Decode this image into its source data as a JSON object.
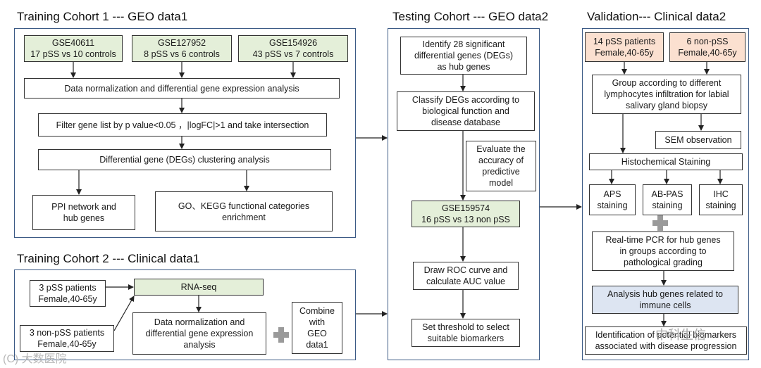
{
  "training1": {
    "title": "Training Cohort 1 --- GEO data1",
    "gse1": "GSE40611\n17 pSS vs 10 controls",
    "gse2": "GSE127952\n8 pSS vs 6 controls",
    "gse3": "GSE154926\n43 pSS vs 7 controls",
    "normalization": "Data normalization and differential gene expression analysis",
    "filter": "Filter gene list by p value<0.05 ，|logFC|>1 and take intersection",
    "clustering": "Differential gene (DEGs) clustering analysis",
    "ppi": "PPI network and\nhub genes",
    "go_kegg": "GO、KEGG functional categories\nenrichment"
  },
  "training2": {
    "title": "Training Cohort 2 --- Clinical data1",
    "pss3": "3 pSS patients\nFemale,40-65y",
    "nonpss3": "3 non-pSS patients\nFemale,40-65y",
    "rnaseq": "RNA-seq",
    "normalization": "Data normalization and\ndifferential gene expression\nanalysis",
    "combine": "Combine\nwith\nGEO\ndata1"
  },
  "testing": {
    "title": "Testing Cohort --- GEO data2",
    "identify": "Identify 28 significant\ndifferential  genes (DEGs)\nas hub genes",
    "classify": "Classify DEGs according to\nbiological function and\ndisease database",
    "evaluate": "Evaluate the\naccuracy of\npredictive\nmodel",
    "gse159574": "GSE159574\n16 pSS vs 13 non pSS",
    "roc": "Draw ROC curve and\ncalculate AUC value",
    "threshold": "Set threshold to select\nsuitable biomarkers"
  },
  "validation": {
    "title": "Validation--- Clinical data2",
    "pss14": "14 pSS patients\nFemale,40-65y",
    "nonpss6": "6 non-pSS\nFemale,40-65y",
    "group": "Group according to different\nlymphocytes infiltration  for labial\nsalivary gland biopsy",
    "sem": "SEM observation",
    "histo": "Histochemical Staining",
    "aps": "APS\nstaining",
    "abpas": "AB-PAS\nstaining",
    "ihc": "IHC\nstaining",
    "pcr": "Real-time PCR for hub genes\nin groups according to\npathological grading",
    "analysis": "Analysis hub genes related to\nimmune cells",
    "identification": "Identification of potential biomarkers\nassociated with disease progression"
  },
  "watermarks": {
    "bottom_left": "(C) 大数医院",
    "bottom_right": "中科生信"
  },
  "colors": {
    "panel_border": "#3b5a85",
    "green_fill": "#e4efd9",
    "peach_fill": "#fbe0d0",
    "blue_fill": "#dde5f2"
  }
}
